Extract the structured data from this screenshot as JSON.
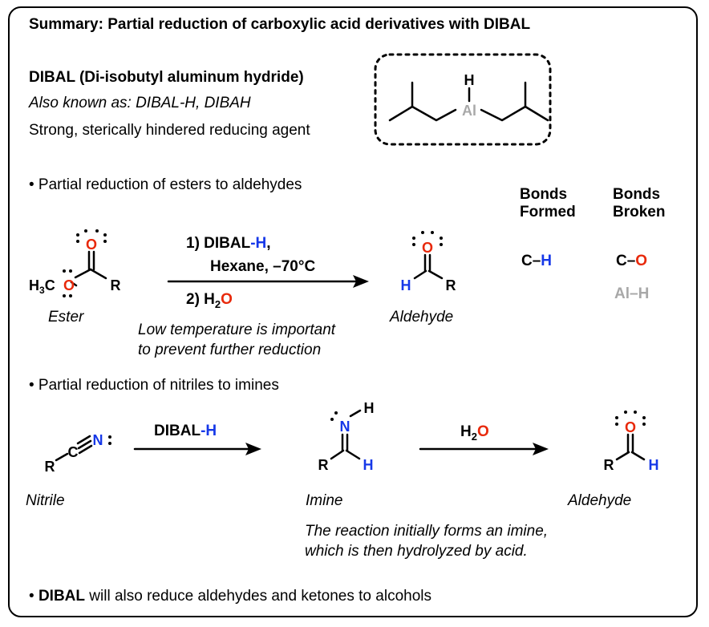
{
  "title": "Summary: Partial reduction of carboxylic acid derivatives with DIBAL",
  "intro": {
    "name": "DIBAL (Di-isobutyl aluminum hydride)",
    "aka": "Also known as: DIBAL-H, DIBAH",
    "description": "Strong, sterically hindered reducing agent"
  },
  "structure": {
    "h": "H",
    "al": "Al"
  },
  "section1": {
    "heading": "• Partial reduction of esters to aldehydes",
    "step1_prefix": "1) DIBAL",
    "step1_h": "-H",
    "step1_suffix": ",",
    "step1_line2": "Hexane, –70°C",
    "step2_prefix": "2) H",
    "step2_sub": "2",
    "step2_o": "O",
    "note_line1": "Low temperature is important",
    "note_line2": "to prevent further reduction",
    "ester_label": "Ester",
    "aldehyde_label": "Aldehyde",
    "bonds_formed_1": "Bonds",
    "bonds_formed_2": "Formed",
    "bonds_broken_1": "Bonds",
    "bonds_broken_2": "Broken",
    "formed_c": "C–",
    "formed_h": "H",
    "broken_c": "C–",
    "broken_o": "O",
    "broken_alh": "Al–H"
  },
  "section2": {
    "heading": "• Partial reduction of nitriles to imines",
    "reagent_prefix": "DIBAL",
    "reagent_h": "-H",
    "water_h": "H",
    "water_sub": "2",
    "water_o": "O",
    "nitrile_label": "Nitrile",
    "imine_label": "Imine",
    "aldehyde_label": "Aldehyde",
    "note_line1": "The reaction initially forms an imine,",
    "note_line2": "which is then hydrolyzed by acid."
  },
  "footer": {
    "bullet": "• ",
    "bold": "DIBAL",
    "rest": " will also reduce aldehydes and ketones to alcohols"
  },
  "colors": {
    "red": "#E8290B",
    "blue": "#1638E8",
    "gray": "#A8A8A8"
  }
}
